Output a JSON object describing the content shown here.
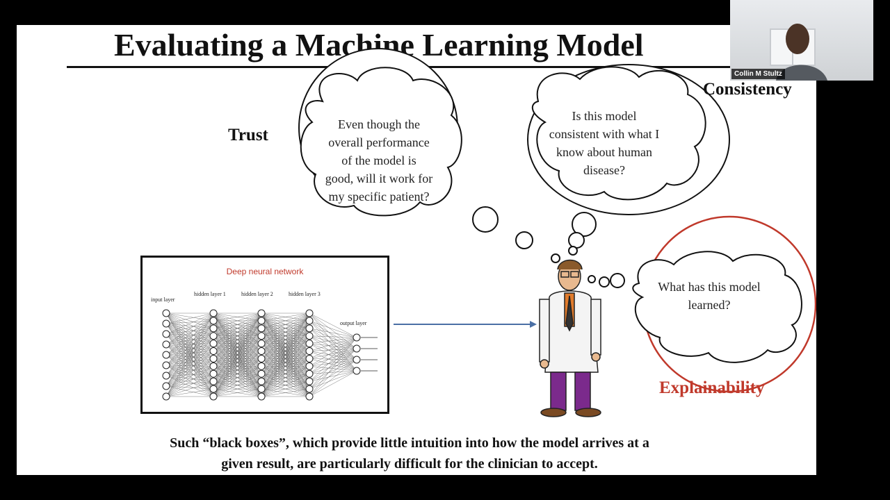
{
  "slide": {
    "title": "Evaluating a Machine Learning Model",
    "labels": {
      "trust": "Trust",
      "consistency": "Consistency",
      "explainability": "Explainability"
    },
    "thoughts": {
      "trust": [
        "Even though the",
        "overall performance",
        "of the model is",
        "good, will it work for",
        "my specific patient?"
      ],
      "consistency": [
        "Is this model",
        "consistent with what I",
        "know about human",
        "disease?"
      ],
      "explainability": [
        "What has this model",
        "learned?"
      ]
    },
    "diagram": {
      "title": "Deep neural network",
      "layers": [
        "input layer",
        "hidden layer 1",
        "hidden layer 2",
        "hidden layer 3",
        "output layer"
      ],
      "node_counts": [
        9,
        12,
        12,
        12,
        4
      ]
    },
    "caption": [
      "Such “black boxes”, which provide little intuition into how the model arrives at a",
      "given result, are particularly difficult for the clinician to accept."
    ]
  },
  "webcam": {
    "participant_name": "Collin M Stultz"
  },
  "colors": {
    "title": "#111111",
    "explainability": "#c0392b",
    "arrow": "#4a6fa5",
    "frame": "#000000"
  }
}
